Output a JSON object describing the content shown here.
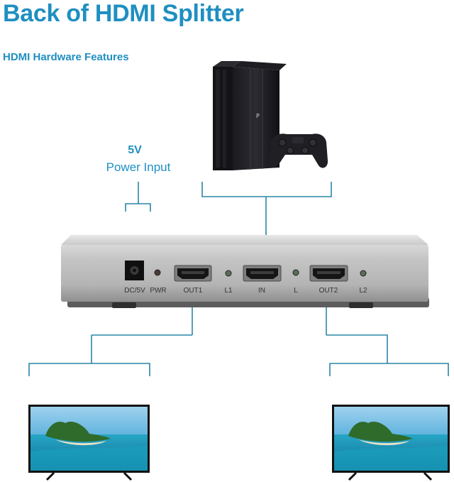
{
  "title": "Back of HDMI Splitter",
  "subtitle": "HDMI Hardware Features",
  "power": {
    "volts": "5V",
    "label": "Power Input"
  },
  "ports": {
    "dc": "DC/5V",
    "pwr": "PWR",
    "out1": "OUT1",
    "l1": "L1",
    "in": "IN",
    "l": "L",
    "out2": "OUT2",
    "l2": "L2"
  },
  "colors": {
    "accent": "#1f8fc1",
    "connector_line": "#2a86a6",
    "device_body": "#b9bab9",
    "led": "#5a6e5a"
  }
}
